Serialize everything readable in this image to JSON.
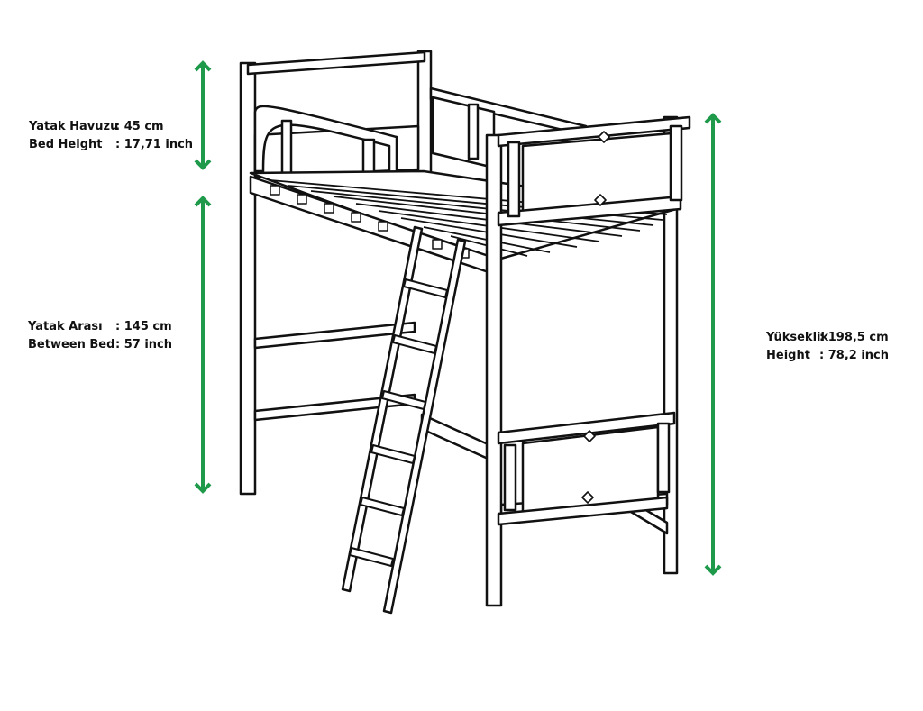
{
  "dimensions": {
    "bed_height": {
      "label_tr": "Yatak Havuzu",
      "value_tr": ": 45 cm",
      "label_en": "Bed Height",
      "value_en": ": 17,71 inch"
    },
    "between_bed": {
      "label_tr": "Yatak Arası",
      "value_tr": ": 145 cm",
      "label_en": "Between Bed",
      "value_en": ": 57 inch"
    },
    "total_height": {
      "label_tr": "Yükseklik",
      "value_tr": ":  198,5 cm",
      "label_en": "Height",
      "value_en": ":  78,2 inch"
    }
  },
  "colors": {
    "arrow": "#1e9a4a",
    "line": "#111111",
    "fill": "#ffffff"
  },
  "icons": [
    "dimension-arrow-icon",
    "bunk-bed-drawing"
  ]
}
